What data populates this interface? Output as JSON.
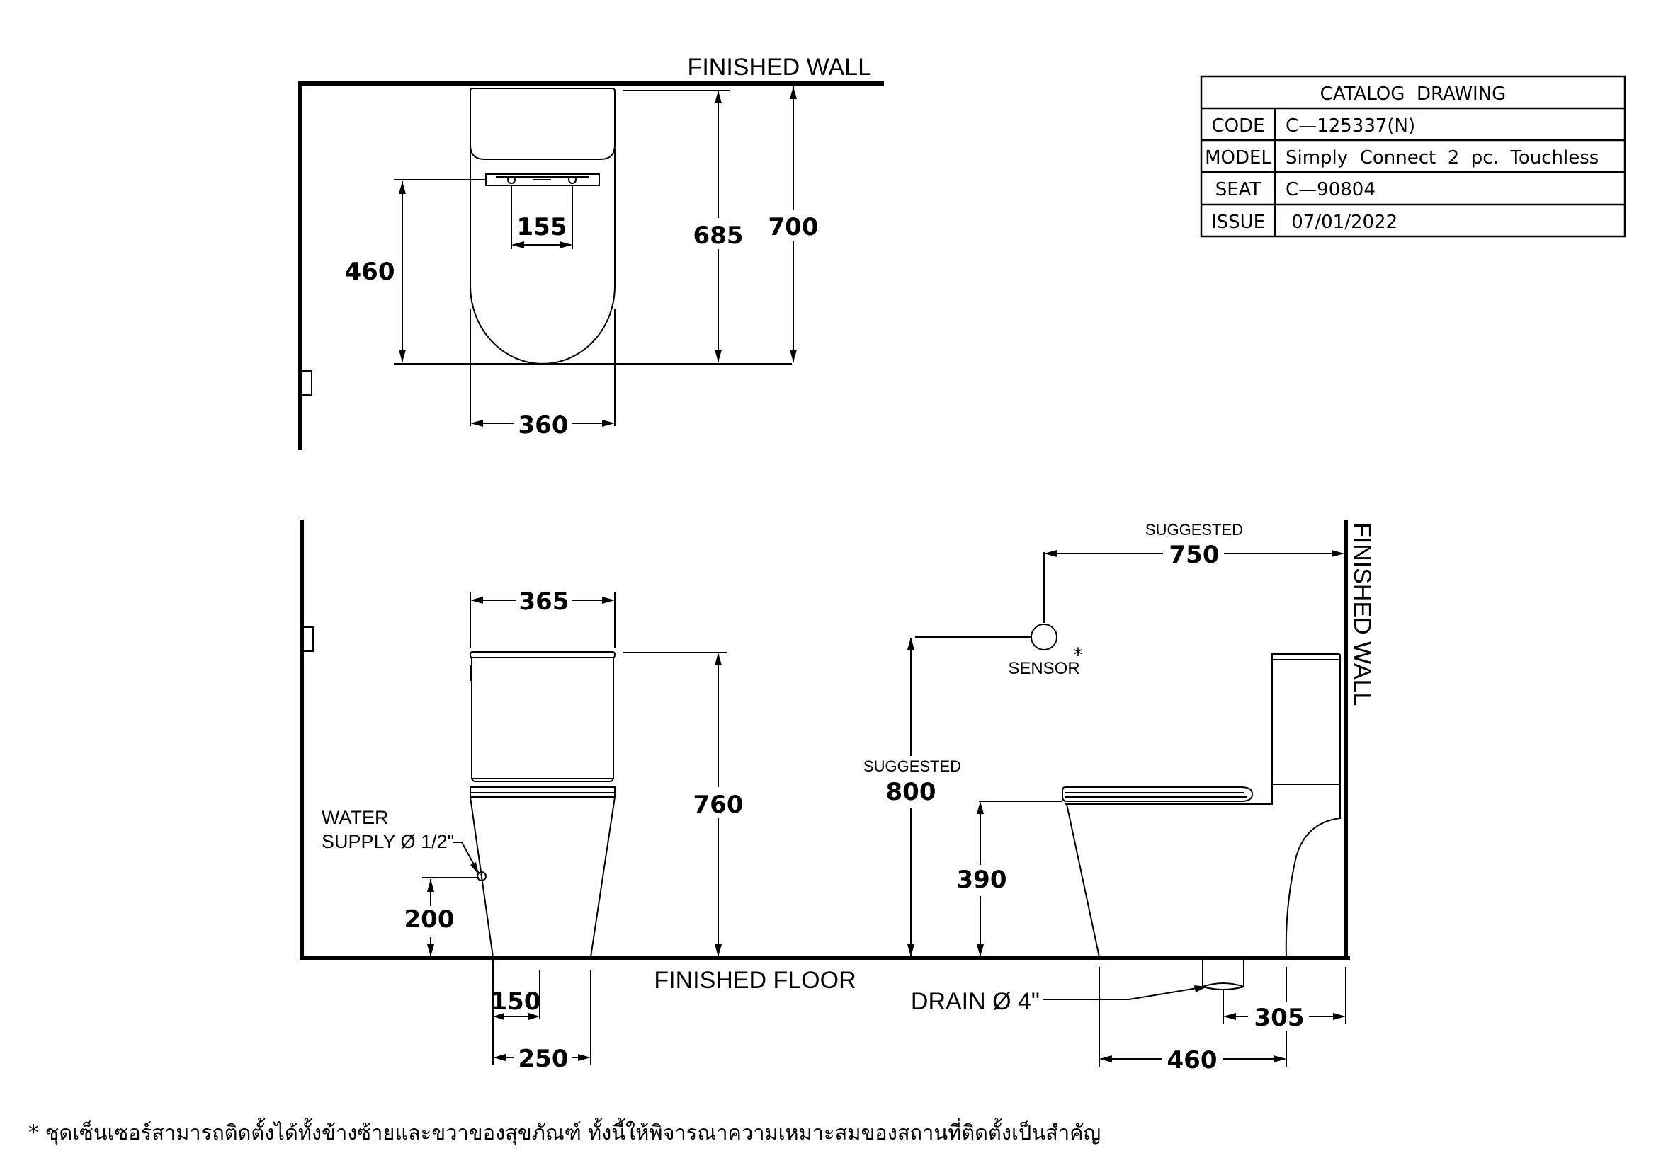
{
  "title_block": {
    "heading": "CATALOG  DRAWING",
    "rows": [
      {
        "label": "CODE",
        "value": "C—125337(N)"
      },
      {
        "label": "MODEL",
        "value": "Simply  Connect  2  pc.  Touchless"
      },
      {
        "label": "SEAT",
        "value": "C—90804"
      },
      {
        "label": "ISSUE",
        "value": " 07/01/2022"
      }
    ]
  },
  "labels": {
    "finished_wall_top": "FINISHED WALL",
    "finished_wall_side": "FINISHED WALL",
    "finished_floor": "FINISHED FLOOR",
    "water_supply_1": "WATER",
    "water_supply_2": "SUPPLY Ø 1/2\"",
    "drain": "DRAIN Ø 4\"",
    "sensor": "SENSOR",
    "sensor_star": "*",
    "suggested_top": "SUGGESTED",
    "suggested_mid": "SUGGESTED"
  },
  "dimensions": {
    "plan_depth_460": "460",
    "plan_holes_155": "155",
    "plan_685": "685",
    "plan_700": "700",
    "plan_width_360": "360",
    "front_tank_365": "365",
    "front_height_760": "760",
    "front_supply_200": "200",
    "front_150": "150",
    "front_250": "250",
    "sensor_height_800": "800",
    "side_seat_390": "390",
    "sensor_offset_750": "750",
    "side_base_460": "460",
    "side_rough_305": "305"
  },
  "footnote": "* ชุดเซ็นเซอร์สามารถติดตั้งได้ทั้งข้างซ้ายและขวาของสุขภัณฑ์ ทั้งนี้ให้พิจารณาความเหมาะสมของสถานที่ติดตั้งเป็นสำคัญ"
}
